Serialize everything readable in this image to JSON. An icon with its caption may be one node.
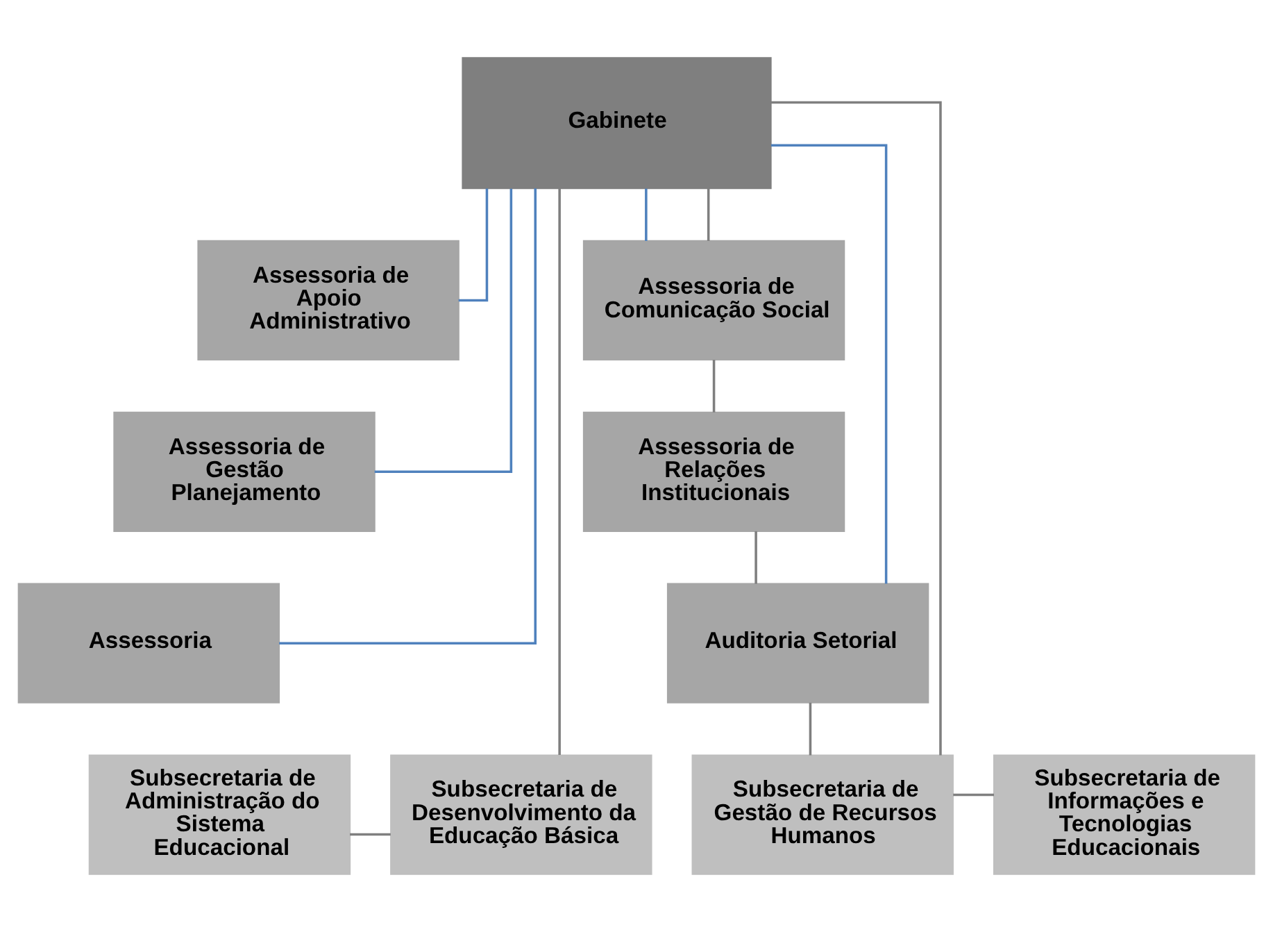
{
  "diagram": {
    "nodes": [
      {
        "text": [
          "Gabinete"
        ]
      },
      {
        "text": [
          "Assessoria de Apoio Administrativo"
        ]
      },
      {
        "text": [
          "Assessoria de Comunicação Social"
        ]
      },
      {
        "text": [
          "Assessoria de Gestão Planejamento"
        ]
      },
      {
        "text": [
          "Assessoria de Relações Institucionais"
        ]
      },
      {
        "text": [
          "Assessoria"
        ]
      },
      {
        "text": [
          "Auditoria Setorial"
        ]
      },
      {
        "text": [
          "Subsecretaria de Administração do Sistema Educacional"
        ]
      },
      {
        "text": [
          "Subsecretaria de Desenvolvimento da Educação Básica"
        ]
      },
      {
        "text": [
          "Subsecretaria de Gestão de Recursos Humanos"
        ]
      },
      {
        "text": [
          "Subsecretaria de Informações e Tecnologias Educacionais"
        ]
      }
    ],
    "edges": [
      {
        "from": 0,
        "to": 1,
        "arrow": "none",
        "color": "#4f81bd"
      },
      {
        "from": 0,
        "to": 2,
        "arrow": "none",
        "color": "#4f81bd"
      },
      {
        "from": 0,
        "to": 3,
        "arrow": "none",
        "color": "#4f81bd"
      },
      {
        "from": 0,
        "to": 5,
        "arrow": "none",
        "color": "#4f81bd"
      },
      {
        "from": 0,
        "to": 6,
        "arrow": "none",
        "color": "#4f81bd"
      },
      {
        "from": 0,
        "to": 8,
        "arrow": "none"
      },
      {
        "from": 0,
        "to": 9,
        "arrow": "none"
      },
      {
        "from": 0,
        "to": 2,
        "arrow": "none"
      },
      {
        "from": 2,
        "to": 4,
        "arrow": "none"
      },
      {
        "from": 4,
        "to": 6,
        "arrow": "none"
      },
      {
        "from": 6,
        "to": 9,
        "arrow": "none"
      },
      {
        "from": 8,
        "to": 7,
        "arrow": "none"
      },
      {
        "from": 9,
        "to": 10,
        "arrow": "none"
      }
    ]
  }
}
